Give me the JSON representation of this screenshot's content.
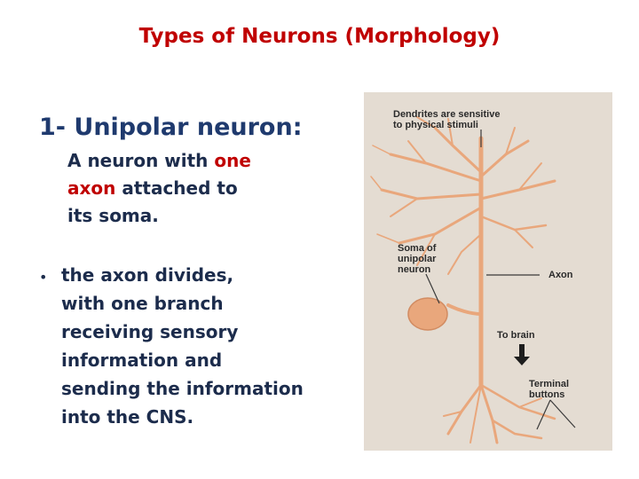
{
  "title": "Types of Neurons (Morphology)",
  "heading": "1- Unipolar neuron:",
  "description": {
    "line1_a": "A neuron with ",
    "line1_b": "one",
    "line2_a": "axon",
    "line2_b": " attached to",
    "line3": "its soma."
  },
  "bullet": {
    "symbol": "•",
    "lines": [
      "the axon divides,",
      "with one branch",
      "receiving sensory",
      "information and",
      "sending the information",
      "into the CNS."
    ]
  },
  "figure": {
    "dendrites_label_1": "Dendrites are sensitive",
    "dendrites_label_2": "to physical stimuli",
    "soma_label_1": "Soma of",
    "soma_label_2": "unipolar",
    "soma_label_3": "neuron",
    "axon_label": "Axon",
    "brain_label": "To brain",
    "terminal_label_1": "Terminal",
    "terminal_label_2": "buttons",
    "neuron_color": "#e9a77c"
  },
  "colors": {
    "title": "#c00000",
    "heading": "#1f3a6e",
    "body_text": "#1c2c4c",
    "accent": "#c00000",
    "figure_bg": "#e4dcd2"
  }
}
